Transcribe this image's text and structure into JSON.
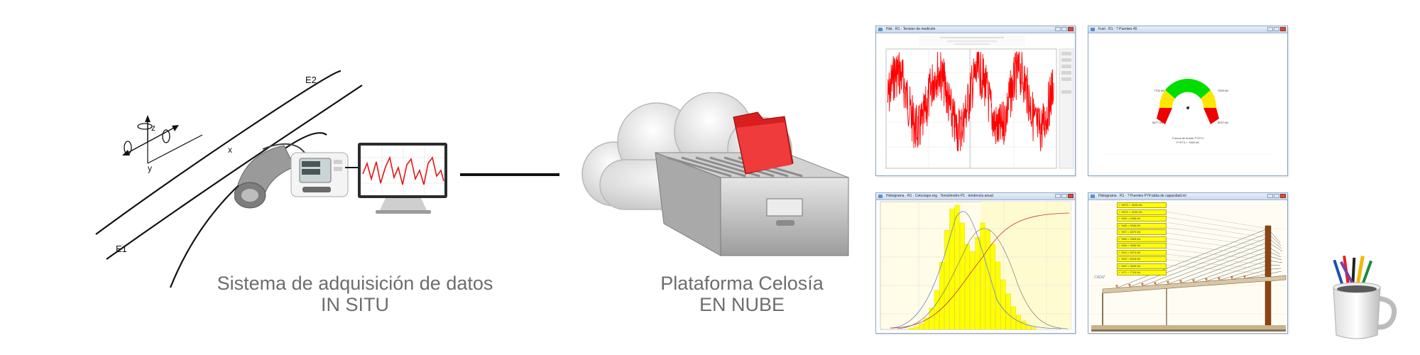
{
  "left_section": {
    "axis_labels": {
      "E1": "E1",
      "E2": "E2",
      "x": "x",
      "y": "y",
      "z": "z"
    },
    "caption_line1": "Sistema de adquisición de datos",
    "caption_line2": "IN SITU"
  },
  "middle_section": {
    "caption_line1": "Plataforma Celosía",
    "caption_line2": "EN NUBE"
  },
  "windows": {
    "timeseries": {
      "title": "Hist · R1 · Tension de medición",
      "color": "#ff0000"
    },
    "gauge": {
      "title": "Fuel · R1 · ? Puentes 45",
      "labels": {
        "top_left": "7730 kN",
        "top_right": "7825 kN",
        "bottom_left": "6877 kN",
        "bottom_right": "8257 kN"
      },
      "info_line1": "Fuerza de tirante P+ET4",
      "info_line2": "P+ET4 = 7659 kN",
      "colors": {
        "green": "#00dd00",
        "yellow": "#ffe600",
        "red": "#ee0000"
      }
    },
    "histogram": {
      "title": "Histograma · R1 · Celosíapo.reg · Tensiómetro P1 · tendencia anual",
      "bar_color": "#ffff00"
    },
    "bridge": {
      "title": "Histograma · R1 · ? Puentes P74 tabla de capacidad.mi",
      "stay_labels": [
        "✓ H873 = 3028 kN",
        "✓ H872 = 3226 kN",
        "✓ H65 = 2996 kN",
        "✓ H68 = 3046 kN",
        "✓ H67 = 4673 kN",
        "✓ H66 = 2526 kN",
        "✓ H65 = 3006 kN",
        "✓ H64 = 5074 kN",
        "✓ H63 = 5018 kN",
        "✓ H62 = 3646 kN",
        "✓ H71 = 7709 kN"
      ],
      "watermark": "CÁDIZ"
    }
  }
}
